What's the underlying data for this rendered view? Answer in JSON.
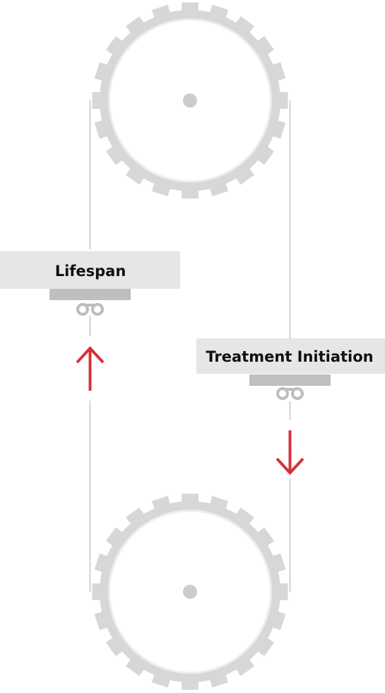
{
  "labels": {
    "left": "Lifespan",
    "right": "Treatment Initiation"
  },
  "colors": {
    "wheel": "#d7d7d7",
    "wheel_inner_ring": "#ededed",
    "hub": "#cccccc",
    "belt": "#c8c8c8",
    "label_box": "#e6e6e6",
    "bracket": "#bfbfbf",
    "arrow": "#d3333a"
  },
  "icons": [
    "top-gear-wheel",
    "bottom-gear-wheel",
    "belt",
    "pulley-clip-icon",
    "arrow-up-icon",
    "arrow-down-icon"
  ]
}
